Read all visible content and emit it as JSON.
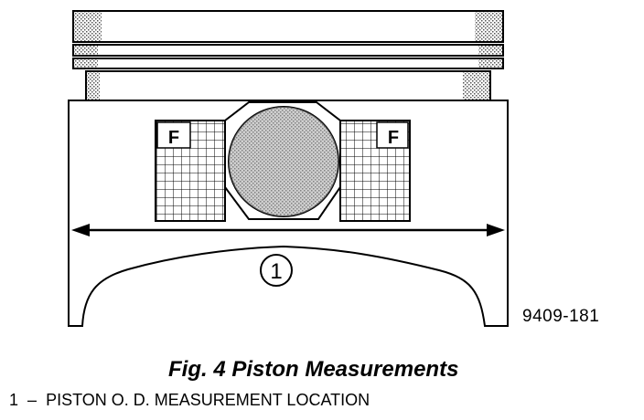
{
  "diagram": {
    "part_letters": [
      "F",
      "F"
    ],
    "callout_number": "1",
    "figure_id": "9409-181"
  },
  "caption": "Fig. 4 Piston Measurements",
  "legend": [
    {
      "number": "1",
      "separator": "–",
      "text": "PISTON O. D. MEASUREMENT LOCATION"
    }
  ],
  "colors": {
    "ink": "#000000",
    "shade": "#b8b8b8",
    "paper": "#ffffff"
  }
}
